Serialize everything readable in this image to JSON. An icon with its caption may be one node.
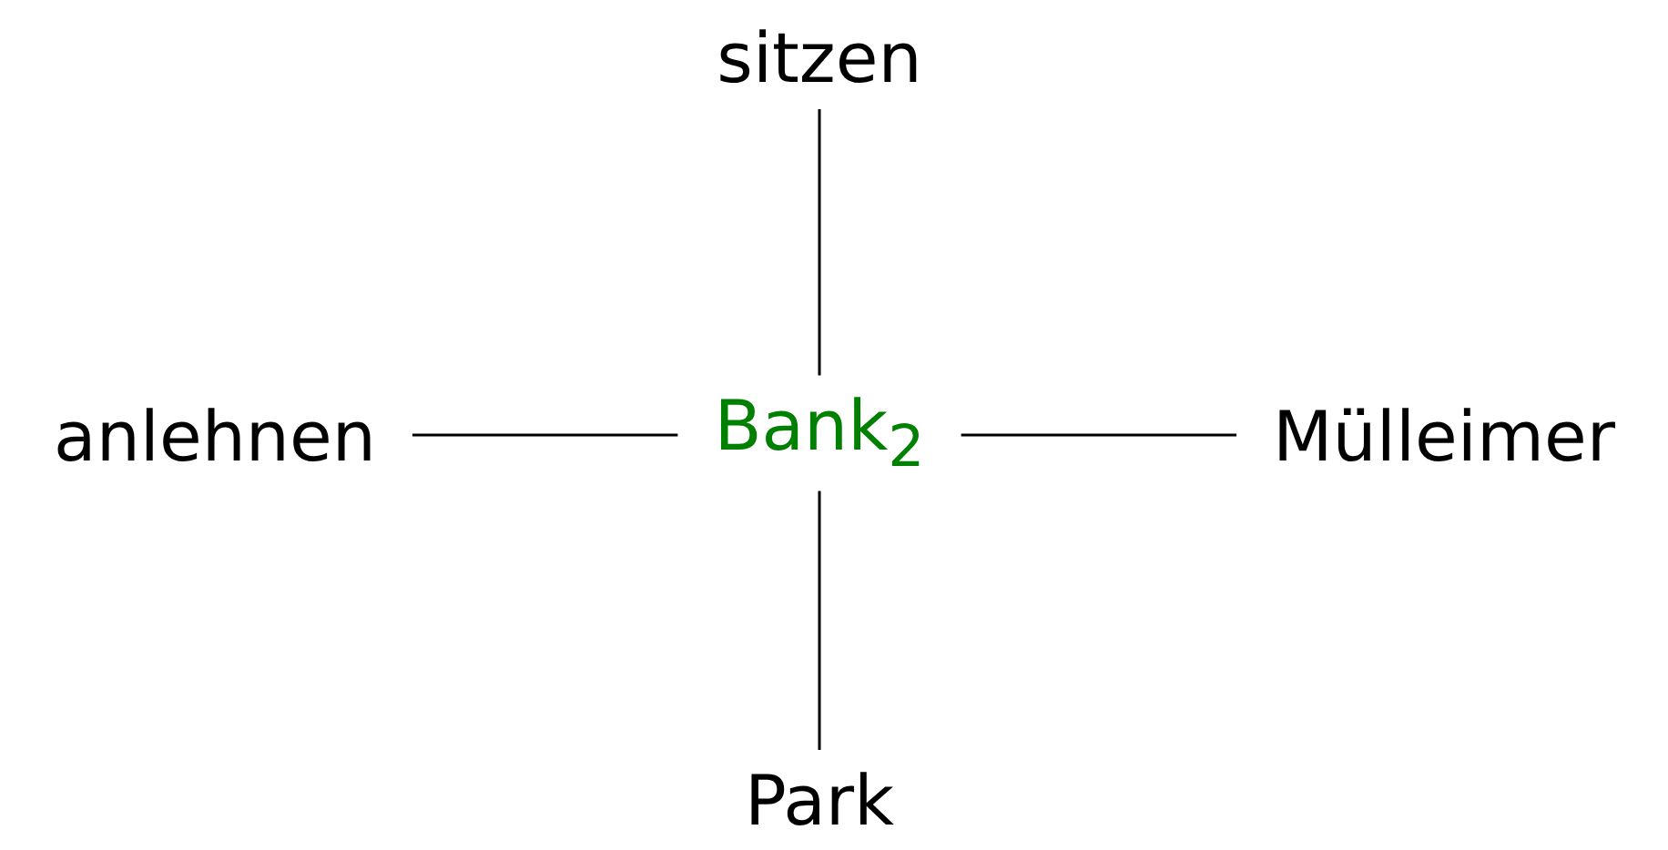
{
  "diagram": {
    "nodes": [
      {
        "text": [
          "sitzen"
        ]
      },
      {
        "text": [
          "anlehnen"
        ]
      },
      {
        "text": [
          "Bank$_{2}$"
        ]
      },
      {
        "text": [
          "Mülleimer"
        ]
      },
      {
        "text": [
          "Park"
        ]
      }
    ],
    "edges": [
      {
        "from": 2,
        "to": 0,
        "arrow": "none"
      },
      {
        "from": 2,
        "to": 1,
        "arrow": "none"
      },
      {
        "from": 2,
        "to": 3,
        "arrow": "none"
      },
      {
        "from": 2,
        "to": 4,
        "arrow": "none"
      }
    ]
  }
}
